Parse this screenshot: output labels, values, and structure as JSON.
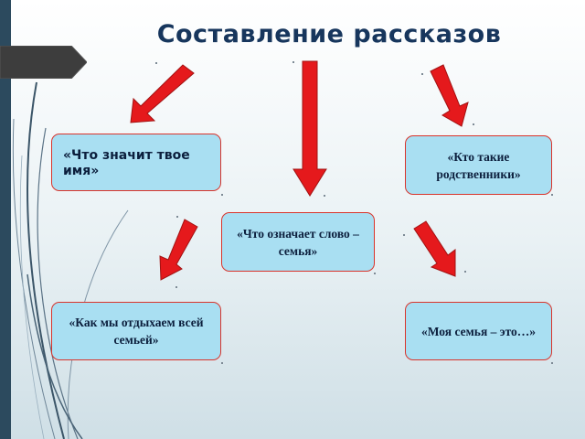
{
  "title": "Составление рассказов",
  "topics": [
    "«Что значит твое имя»",
    "«Кто такие родственники»",
    "«Что означает слово – семья»",
    "«Как мы отдыхаем всей семьей»",
    "«Моя семья – это…»"
  ],
  "colors": {
    "box_fill": "#a9dff2",
    "box_border": "#d9342b",
    "arrow_fill": "#e5191c",
    "title": "#17365d",
    "sidebar": "#2c4a5e"
  }
}
